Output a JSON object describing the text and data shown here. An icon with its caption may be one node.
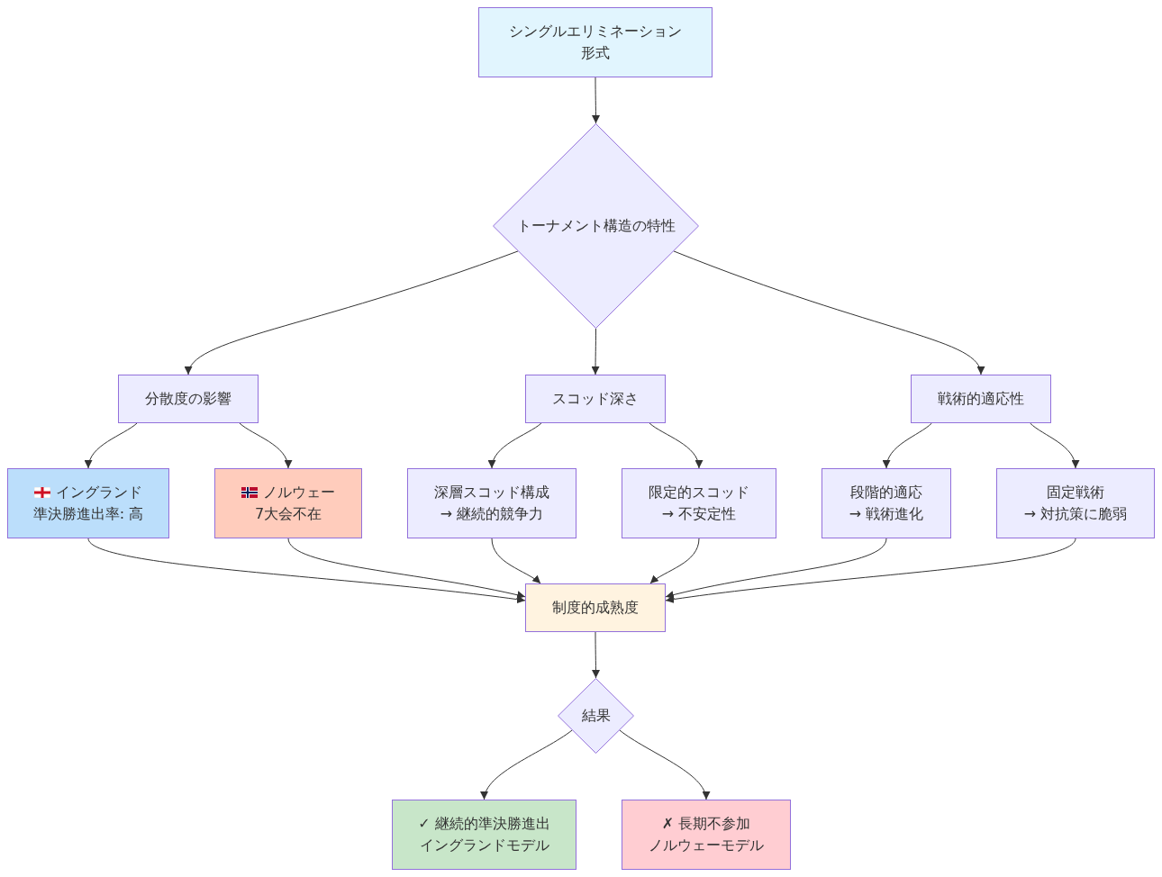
{
  "diagram": {
    "nodes": [
      {
        "text": [
          "シングルエリミネーション形式"
        ]
      },
      {
        "text": [
          "トーナメント構造の特性"
        ]
      },
      {
        "text": [
          "分散度の影響"
        ]
      },
      {
        "text": [
          "スコッド深さ"
        ]
      },
      {
        "text": [
          "戦術的適応性"
        ]
      },
      {
        "text": [
          "イングランド",
          "準決勝進出率: 高"
        ]
      },
      {
        "text": [
          "ノルウェー",
          "7大会不在"
        ]
      },
      {
        "text": [
          "深層スコッド構成",
          "→ 継続的競争力"
        ]
      },
      {
        "text": [
          "限定的スコッド",
          "→ 不安定性"
        ]
      },
      {
        "text": [
          "段階的適応",
          "→ 戦術進化"
        ]
      },
      {
        "text": [
          "固定戦術",
          "→ 対抗策に脆弱"
        ]
      },
      {
        "text": [
          "制度的成熟度"
        ]
      },
      {
        "text": [
          "結果"
        ]
      },
      {
        "text": [
          "✓ 継続的準決勝進出",
          "イングランドモデル"
        ]
      },
      {
        "text": [
          "✗ 長期不参加",
          "ノルウェーモデル"
        ]
      }
    ],
    "edges": [
      {
        "from": 0,
        "to": 1,
        "arrow": "to"
      },
      {
        "from": 1,
        "to": 2,
        "arrow": "to"
      },
      {
        "from": 1,
        "to": 3,
        "arrow": "to"
      },
      {
        "from": 1,
        "to": 4,
        "arrow": "to"
      },
      {
        "from": 2,
        "to": 5,
        "arrow": "to"
      },
      {
        "from": 2,
        "to": 6,
        "arrow": "to"
      },
      {
        "from": 3,
        "to": 7,
        "arrow": "to"
      },
      {
        "from": 3,
        "to": 8,
        "arrow": "to"
      },
      {
        "from": 4,
        "to": 9,
        "arrow": "to"
      },
      {
        "from": 4,
        "to": 10,
        "arrow": "to"
      },
      {
        "from": 5,
        "to": 11,
        "arrow": "to"
      },
      {
        "from": 6,
        "to": 11,
        "arrow": "to"
      },
      {
        "from": 7,
        "to": 11,
        "arrow": "to"
      },
      {
        "from": 8,
        "to": 11,
        "arrow": "to"
      },
      {
        "from": 9,
        "to": 11,
        "arrow": "to"
      },
      {
        "from": 10,
        "to": 11,
        "arrow": "to"
      },
      {
        "from": 11,
        "to": 12,
        "arrow": "to"
      },
      {
        "from": 12,
        "to": 13,
        "arrow": "to"
      },
      {
        "from": 12,
        "to": 14,
        "arrow": "to"
      }
    ]
  }
}
